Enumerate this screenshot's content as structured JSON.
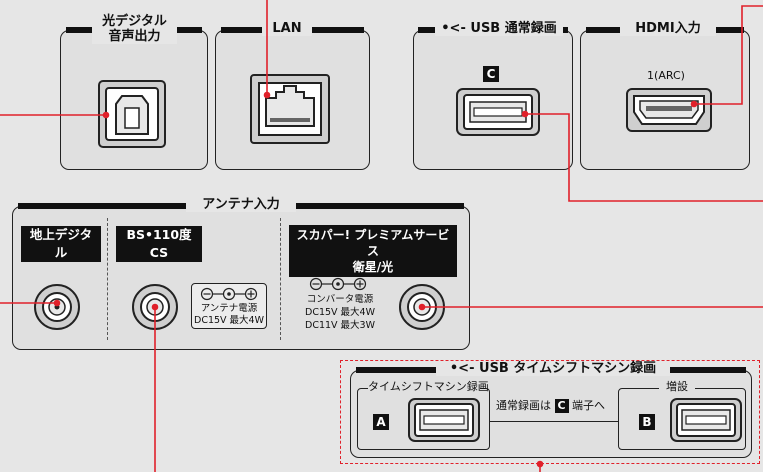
{
  "optical": {
    "label_line1": "光デジタル",
    "label_line2": "音声出力"
  },
  "lan": {
    "label": "LAN"
  },
  "usb_record": {
    "label": "USB 通常録画",
    "port_letter": "C"
  },
  "hdmi": {
    "label": "HDMI入力",
    "port_label": "1(ARC)"
  },
  "antenna": {
    "label": "アンテナ入力",
    "terrestrial_label": "地上デジタル",
    "bs_cs_label": "BS•110度CS",
    "bs_power_line1": "アンテナ電源",
    "bs_power_line2": "DC15V 最大4W",
    "skyperfect_line1": "スカパー! プレミアムサービス",
    "skyperfect_line2": "衛星/光",
    "converter_line1": "コンバータ電源",
    "converter_line2": "DC15V 最大4W",
    "converter_line3": "DC11V 最大3W"
  },
  "timeshift": {
    "label": "USB タイムシフトマシン録画",
    "sub_label": "タイムシフトマシン録画",
    "port_letter_a": "A",
    "note_prefix": "通常録画は",
    "note_letter": "C",
    "note_suffix": "端子へ",
    "expansion_label": "増設",
    "port_letter_b": "B"
  },
  "colors": {
    "leader": "#e0202a",
    "panel_border": "#222222",
    "background": "#e6e6e6"
  }
}
